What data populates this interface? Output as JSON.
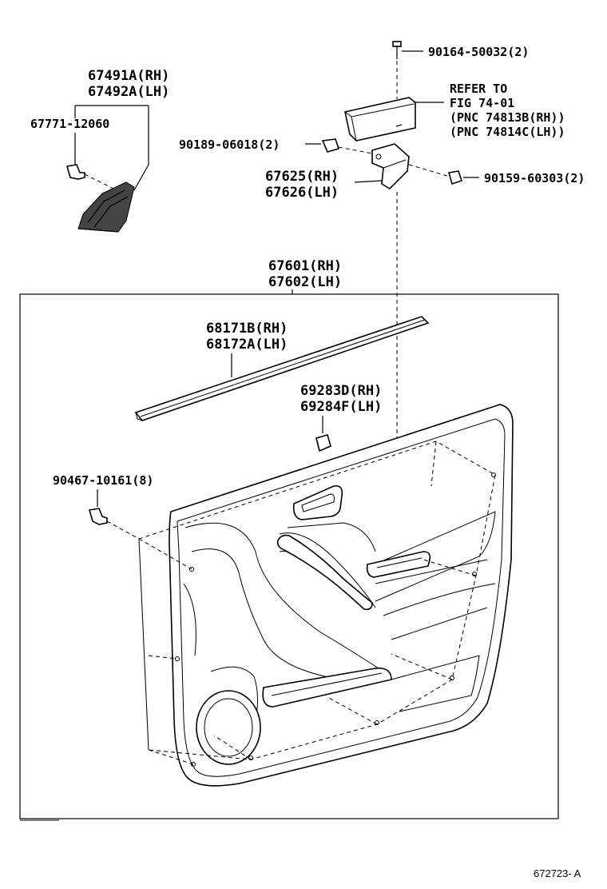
{
  "labels": {
    "p_90164": "90164-50032(2)",
    "refer_1": "REFER TO",
    "refer_2": "FIG 74-01",
    "refer_3": "(PNC 74813B(RH))",
    "refer_4": "(PNC 74814C(LH))",
    "p_90189": "90189-06018(2)",
    "p_67625": "67625(RH)",
    "p_67626": "67626(LH)",
    "p_90159": "90159-60303(2)",
    "p_67491a": "67491A(RH)",
    "p_67492a": "67492A(LH)",
    "p_67771": "67771-12060",
    "p_67601": "67601(RH)",
    "p_67602": "67602(LH)",
    "p_68171b": "68171B(RH)",
    "p_68172a": "68172A(LH)",
    "p_69283d": "69283D(RH)",
    "p_69284f": "69284F(LH)",
    "p_90467": "90467-10161(8)"
  },
  "caption": "672723- A"
}
